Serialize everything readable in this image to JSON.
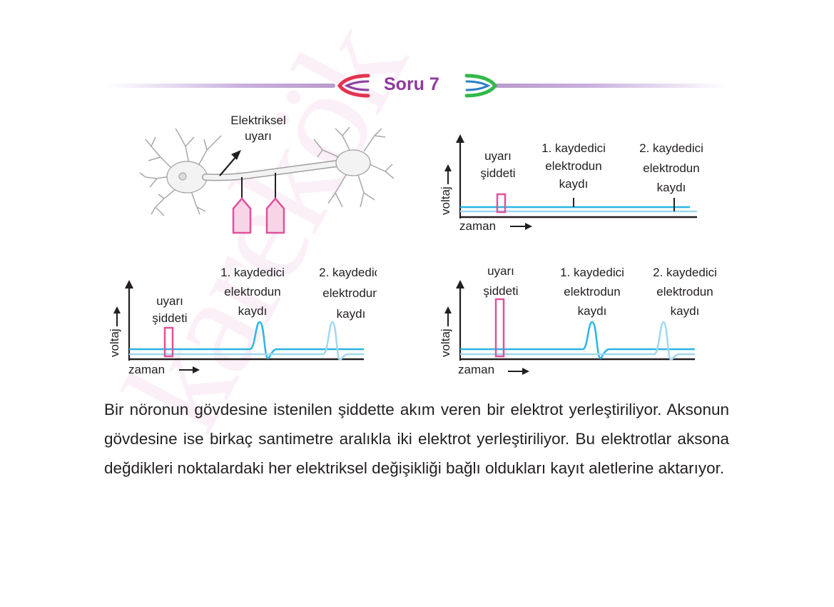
{
  "title": "Soru 7",
  "watermark": "karekök",
  "neuron": {
    "stimulus_label_1": "Elektriksel",
    "stimulus_label_2": "uyarı"
  },
  "graphs": {
    "axis_y": "voltaj",
    "axis_x": "zaman",
    "stimulus_label_1": "uyarı",
    "stimulus_label_2": "şiddeti",
    "rec1_1": "1. kaydedici",
    "rec1_2": "elektrodun",
    "rec1_3": "kaydı",
    "rec2_1": "2. kaydedici",
    "rec2_2": "elektrodun",
    "rec2_3": "kaydı"
  },
  "chart_data": [
    {
      "type": "line",
      "panel": "top-right",
      "stimulus_strength": "low",
      "recording_1": "flat",
      "recording_2": "flat"
    },
    {
      "type": "line",
      "panel": "bottom-left",
      "stimulus_strength": "medium",
      "recording_1": "action potential",
      "recording_2": "action potential"
    },
    {
      "type": "line",
      "panel": "bottom-right",
      "stimulus_strength": "high",
      "recording_1": "action potential",
      "recording_2": "action potential"
    }
  ],
  "paragraph": {
    "text": "Bir nöronun gövdesine istenilen şiddette akım veren bir elektrot yerleştiriliyor. Aksonun gövdesine ise birkaç santimetre aralıkla iki elektrot yerleştiriliyor. Bu elektrotlar aksona değdikleri noktalardaki her elektriksel değişikliği bağlı oldukları kayıt aletlerine aktarıyor."
  },
  "colors": {
    "title": "#8e3a9c",
    "trace": "#2bb5e6",
    "trace_light": "#9fd8f0",
    "stimulus": "#e0529b"
  }
}
